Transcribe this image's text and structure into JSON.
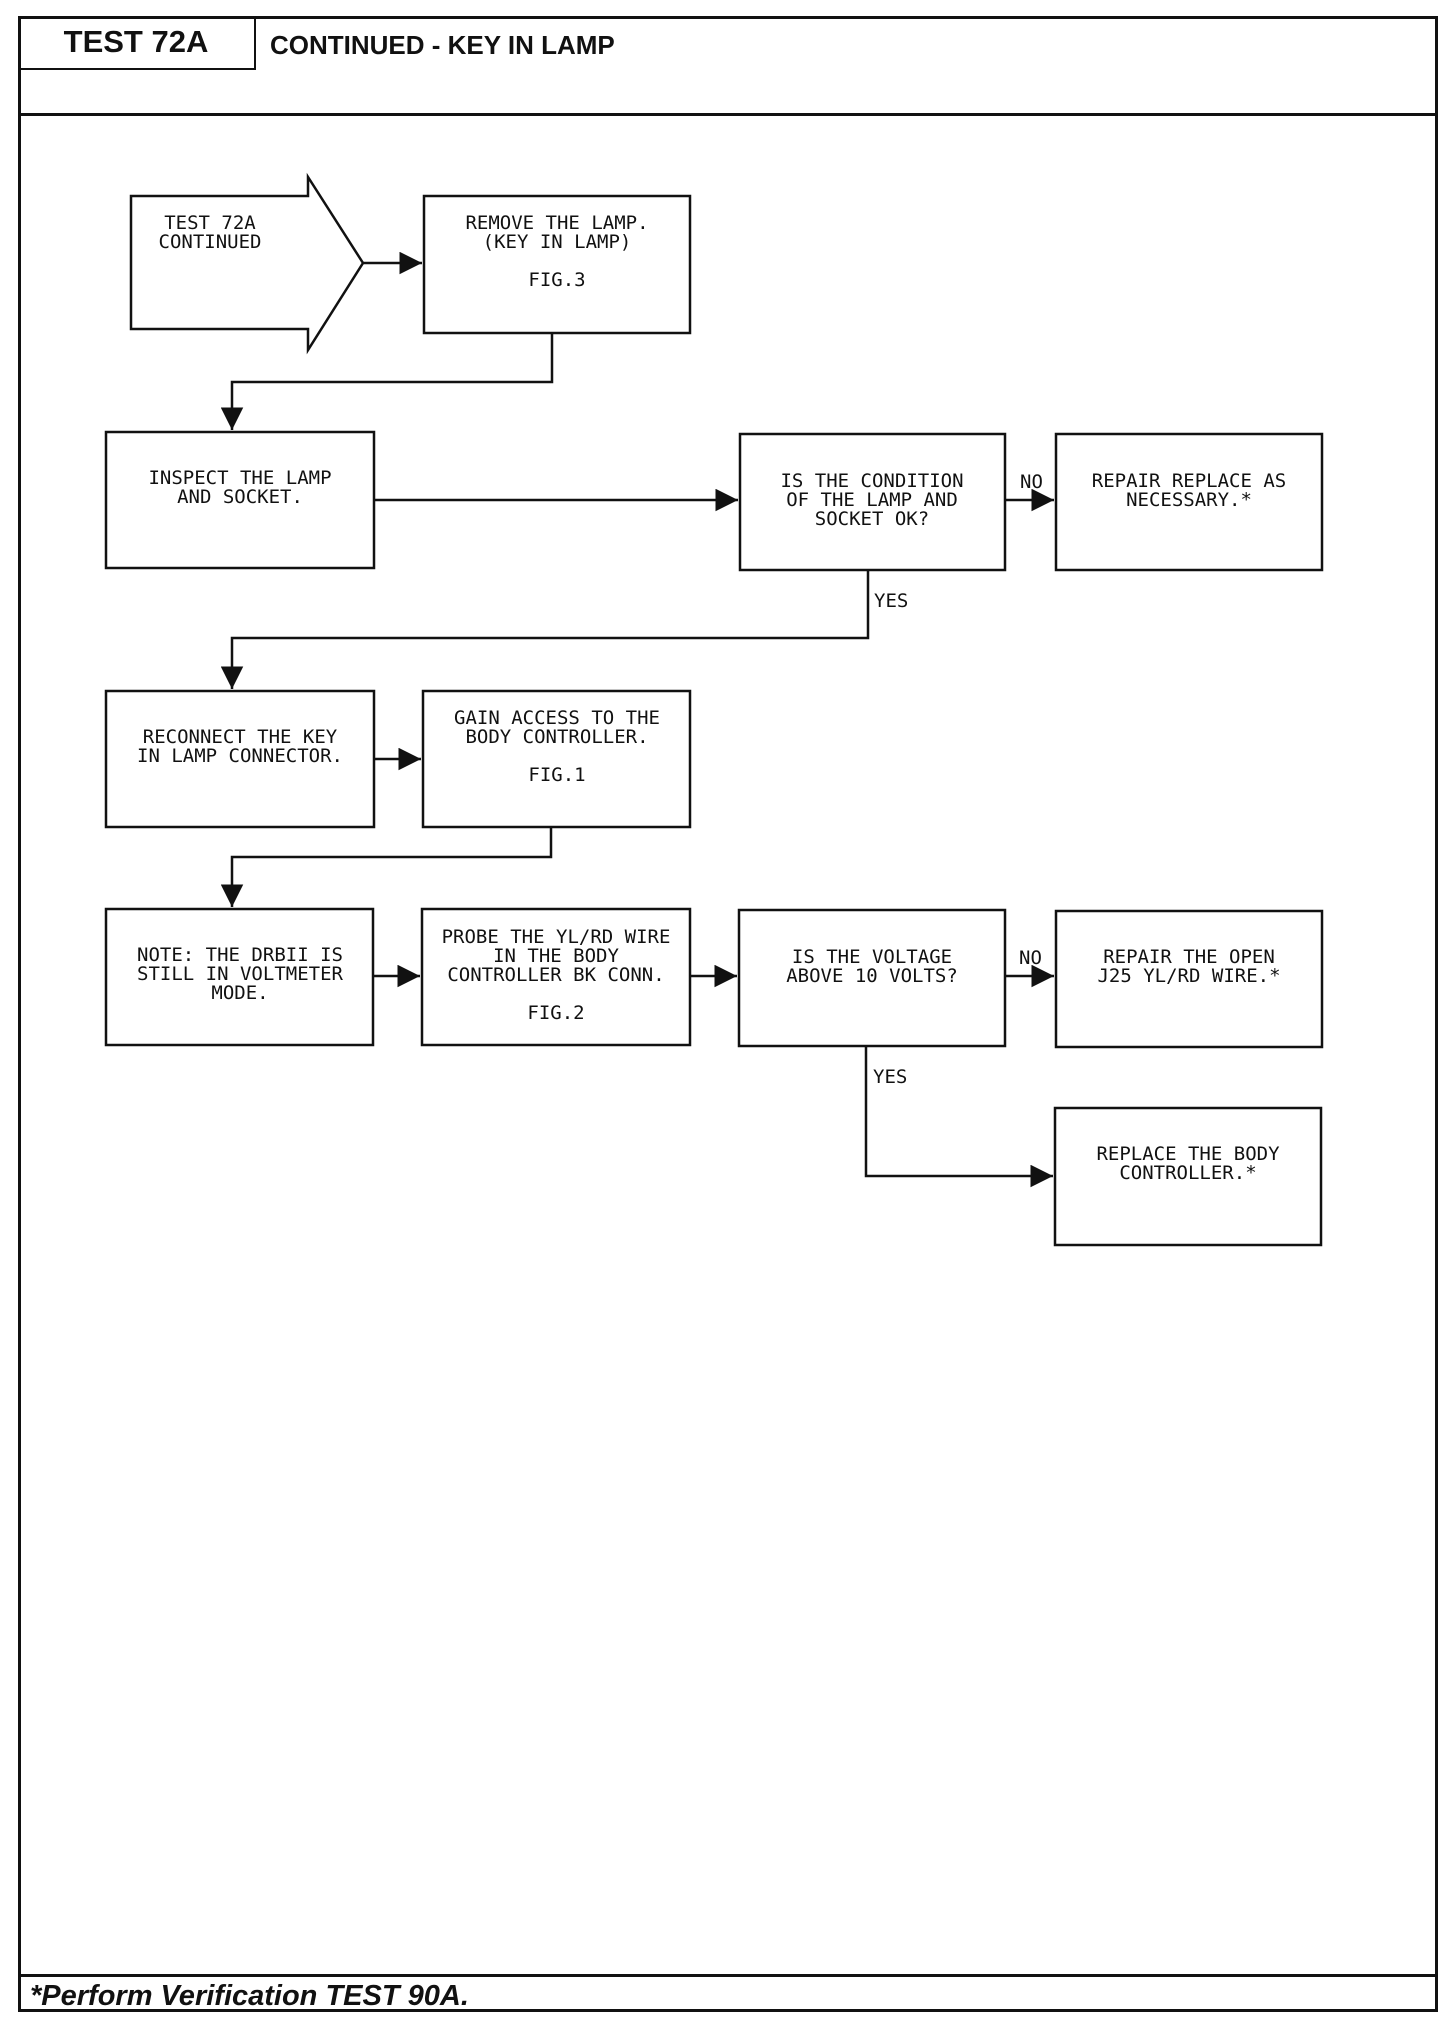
{
  "header": {
    "test_id": "TEST 72A",
    "title": "CONTINUED - KEY IN LAMP"
  },
  "flowchart": {
    "start": {
      "lines": [
        "TEST 72A",
        "CONTINUED"
      ]
    },
    "nodes": [
      {
        "id": "remove-lamp",
        "lines": [
          "REMOVE THE LAMP.",
          "(KEY IN LAMP)",
          "",
          "FIG.3"
        ]
      },
      {
        "id": "inspect-lamp",
        "lines": [
          "INSPECT THE LAMP",
          "AND SOCKET."
        ]
      },
      {
        "id": "condition-question",
        "lines": [
          "IS THE CONDITION",
          "OF THE LAMP AND",
          "SOCKET OK?"
        ]
      },
      {
        "id": "repair-replace",
        "lines": [
          "REPAIR REPLACE AS",
          "NECESSARY.*"
        ]
      },
      {
        "id": "reconnect-connector",
        "lines": [
          "RECONNECT THE KEY",
          "IN LAMP CONNECTOR."
        ]
      },
      {
        "id": "gain-access",
        "lines": [
          "GAIN ACCESS TO THE",
          "BODY CONTROLLER.",
          "",
          "FIG.1"
        ]
      },
      {
        "id": "note-drbii",
        "lines": [
          "NOTE: THE DRBII IS",
          "STILL IN VOLTMETER",
          "MODE."
        ]
      },
      {
        "id": "probe-wire",
        "lines": [
          "PROBE THE YL/RD WIRE",
          "IN THE BODY",
          "CONTROLLER BK CONN.",
          "",
          "FIG.2"
        ]
      },
      {
        "id": "voltage-question",
        "lines": [
          "IS THE VOLTAGE",
          "ABOVE 10 VOLTS?"
        ]
      },
      {
        "id": "repair-open",
        "lines": [
          "REPAIR THE OPEN",
          "J25 YL/RD WIRE.*"
        ]
      },
      {
        "id": "replace-controller",
        "lines": [
          "REPLACE THE BODY",
          "CONTROLLER.*"
        ]
      }
    ],
    "edge_labels": {
      "condition_no": "NO",
      "condition_yes": "YES",
      "voltage_no": "NO",
      "voltage_yes": "YES"
    }
  },
  "footer": {
    "note": "*Perform Verification TEST 90A."
  }
}
